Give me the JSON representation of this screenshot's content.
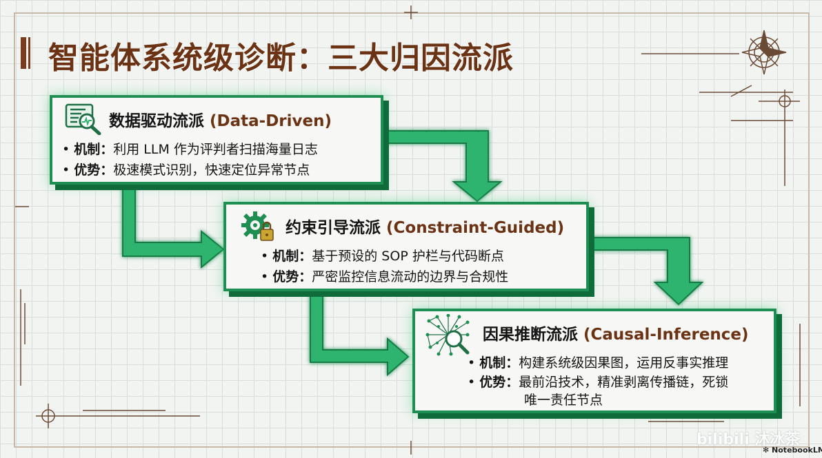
{
  "title": "智能体系统级诊断：三大归因流派",
  "cards": [
    {
      "title_cn": "数据驱动流派",
      "title_en": "(Data-Driven)",
      "icon": "magnifier-on-log-icon",
      "bullets": [
        {
          "label": "机制：",
          "text": "利用 LLM 作为评判者扫描海量日志"
        },
        {
          "label": "优势：",
          "text": "极速模式识别，快速定位异常节点"
        }
      ]
    },
    {
      "title_cn": "约束引导流派",
      "title_en": "(Constraint-Guided)",
      "icon": "gear-with-lock-icon",
      "bullets": [
        {
          "label": "机制：",
          "text": "基于预设的 SOP 护栏与代码断点"
        },
        {
          "label": "优势：",
          "text": "严密监控信息流动的边界与合规性"
        }
      ]
    },
    {
      "title_cn": "因果推断流派",
      "title_en": "(Causal-Inference)",
      "icon": "causal-graph-magnifier-icon",
      "bullets": [
        {
          "label": "机制：",
          "text": "构建系统级因果图，运用反事实推理"
        },
        {
          "label": "优势：",
          "text": "最前沿技术，精准剥离传播链，死锁"
        },
        {
          "label": "",
          "text": "唯一责任节点"
        }
      ]
    }
  ],
  "watermarks": {
    "bilibili": "bilibili 沐冰茶",
    "notebooklm": "NotebookLM"
  },
  "colors": {
    "card_border": "#1e8e52",
    "arrow": "#2db46e",
    "title": "#6b3214",
    "accent_en": "#6b3214"
  }
}
